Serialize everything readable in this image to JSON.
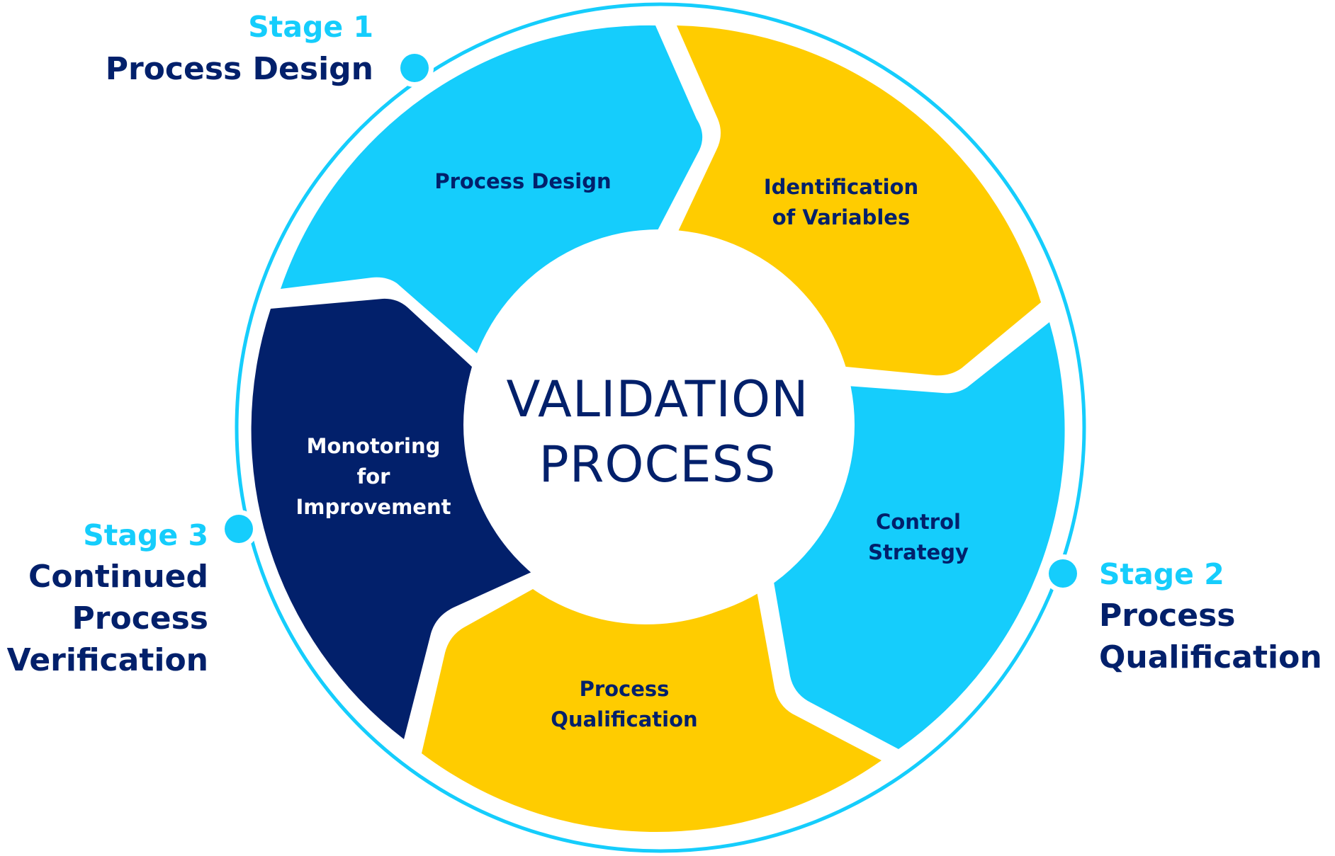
{
  "title": {
    "line1": "VALIDATION",
    "line2": "PROCESS"
  },
  "colors": {
    "cyan": "#15CDFC",
    "yellow": "#FFCC00",
    "navy": "#02206B",
    "ring": "#15CDFC",
    "white": "#FFFFFF"
  },
  "segments": [
    {
      "id": "process-design",
      "lines": [
        "Process Design"
      ],
      "color": "cyan"
    },
    {
      "id": "identification-of-variables",
      "lines": [
        "Identification",
        "of Variables"
      ],
      "color": "yellow"
    },
    {
      "id": "control-strategy",
      "lines": [
        "Control",
        "Strategy"
      ],
      "color": "cyan"
    },
    {
      "id": "process-qualification",
      "lines": [
        "Process",
        "Qualification"
      ],
      "color": "yellow"
    },
    {
      "id": "monitoring-for-improvement",
      "lines": [
        "Monotoring",
        "for",
        "Improvement"
      ],
      "color": "navy"
    }
  ],
  "stages": [
    {
      "number": "Stage 1",
      "name_lines": [
        "Process Design"
      ]
    },
    {
      "number": "Stage 2",
      "name_lines": [
        "Process",
        "Qualification"
      ]
    },
    {
      "number": "Stage 3",
      "name_lines": [
        "Continued",
        "Process",
        "Verification"
      ]
    }
  ]
}
